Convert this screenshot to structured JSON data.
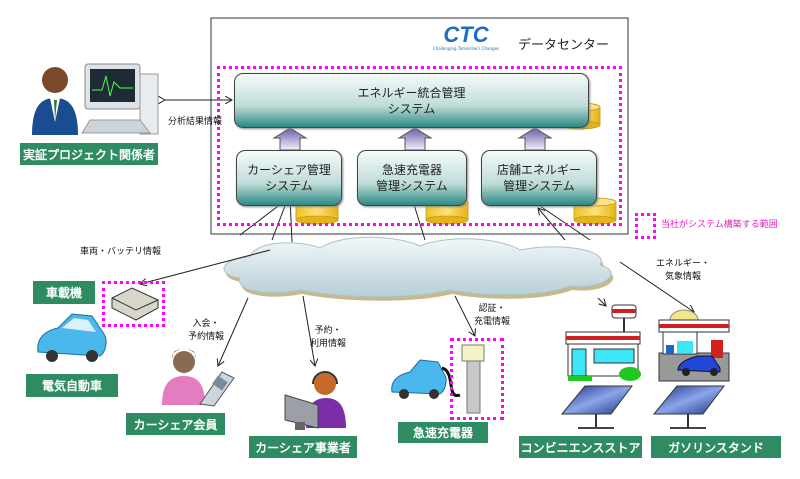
{
  "data_center": {
    "logo": "CTC",
    "logo_tagline": "Challenging Tomorrow's Changes",
    "title": "データセンター"
  },
  "systems": {
    "integrated": "エネルギー統合管理\nシステム",
    "carshare": "カーシェア管理\nシステム",
    "charger": "急速充電器\n管理システム",
    "store": "店舗エネルギー\n管理システム"
  },
  "legend": {
    "label": "当社がシステム構築する範囲",
    "color": "#ff00ff"
  },
  "actors": {
    "project": "実証プロジェクト関係者",
    "onboard": "車載機",
    "ev": "電気自動車",
    "member": "カーシェア会員",
    "operator": "カーシェア事業者",
    "quick_charger": "急速充電器",
    "convenience": "コンビニエンスストア",
    "gas": "ガソリンスタンド"
  },
  "flows": {
    "analysis": "分析結果情報",
    "vehicle": "車両・バッテリ情報",
    "join": "入会・\n予約情報",
    "reserve": "予約・\n利用情報",
    "auth": "認証・\n充電情報",
    "energy": "エネルギー・\n気象情報"
  },
  "colors": {
    "label_green": "#2e8b62",
    "scope": "#ff00ff",
    "logo_blue": "#1a6fc4"
  }
}
